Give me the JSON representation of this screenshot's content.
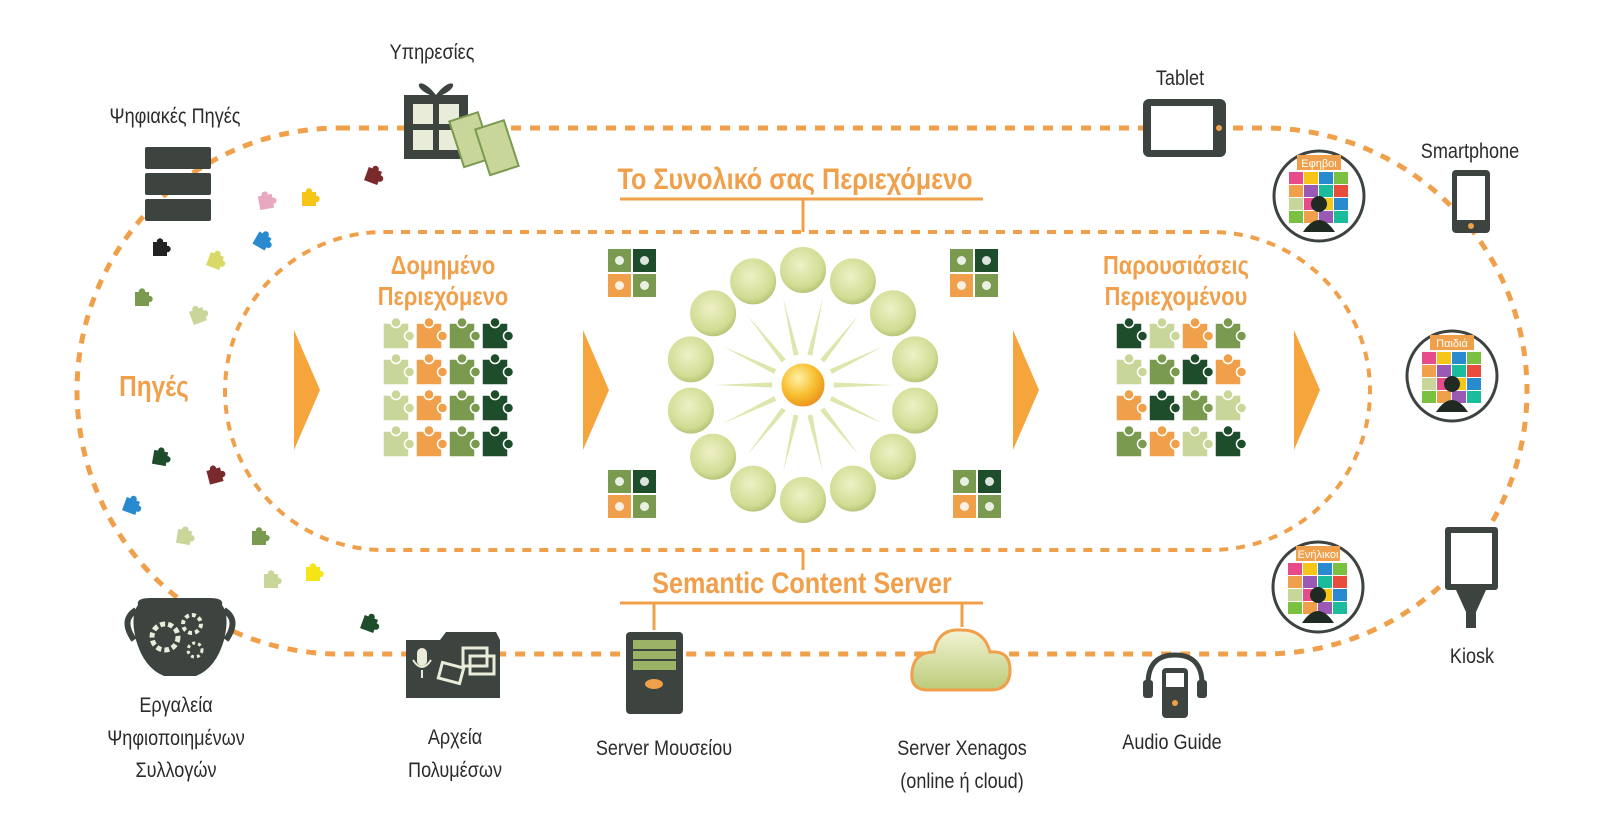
{
  "colors": {
    "orange": "#f0a04a",
    "dark_green": "#1e4d2b",
    "mid_green": "#7a9a50",
    "light_green": "#c9d69a",
    "dark_gray": "#3d4440",
    "gold": "#f5b82a"
  },
  "center": {
    "title": "Το Συνολικό σας Περιεχόμενο",
    "server": "Semantic Content Server"
  },
  "stages": {
    "sources": "Πηγές",
    "structured": [
      "Δομημένο",
      "Περιεχόμενο"
    ],
    "presentations": [
      "Παρουσιάσεις",
      "Περιεχομένου"
    ]
  },
  "inputs": {
    "digital_sources": "Ψηφιακές Πηγές",
    "services": "Υπηρεσίες",
    "tools": [
      "Εργαλεία",
      "Ψηφιοποιημένων",
      "Συλλογών"
    ],
    "media_files": [
      "Αρχεία",
      "Πολυμέσων"
    ]
  },
  "servers": {
    "museum": "Server Μουσείου",
    "xenagos": [
      "Server Xenagos",
      "(online ή cloud)"
    ]
  },
  "devices": {
    "tablet": "Tablet",
    "smartphone": "Smartphone",
    "kiosk": "Kiosk",
    "audio_guide": "Audio Guide"
  },
  "audiences": {
    "teens": "Εφηβοι",
    "children": "Παιδιά",
    "adults": "Ενήλικοι"
  },
  "icons": [
    "database-icon",
    "gift-icon",
    "vase-gears-icon",
    "media-folder-icon",
    "server-tower-icon",
    "cloud-icon",
    "tablet-icon",
    "smartphone-icon",
    "kiosk-icon",
    "audio-guide-icon",
    "puzzle-piece-icon",
    "audience-badge-icon"
  ]
}
